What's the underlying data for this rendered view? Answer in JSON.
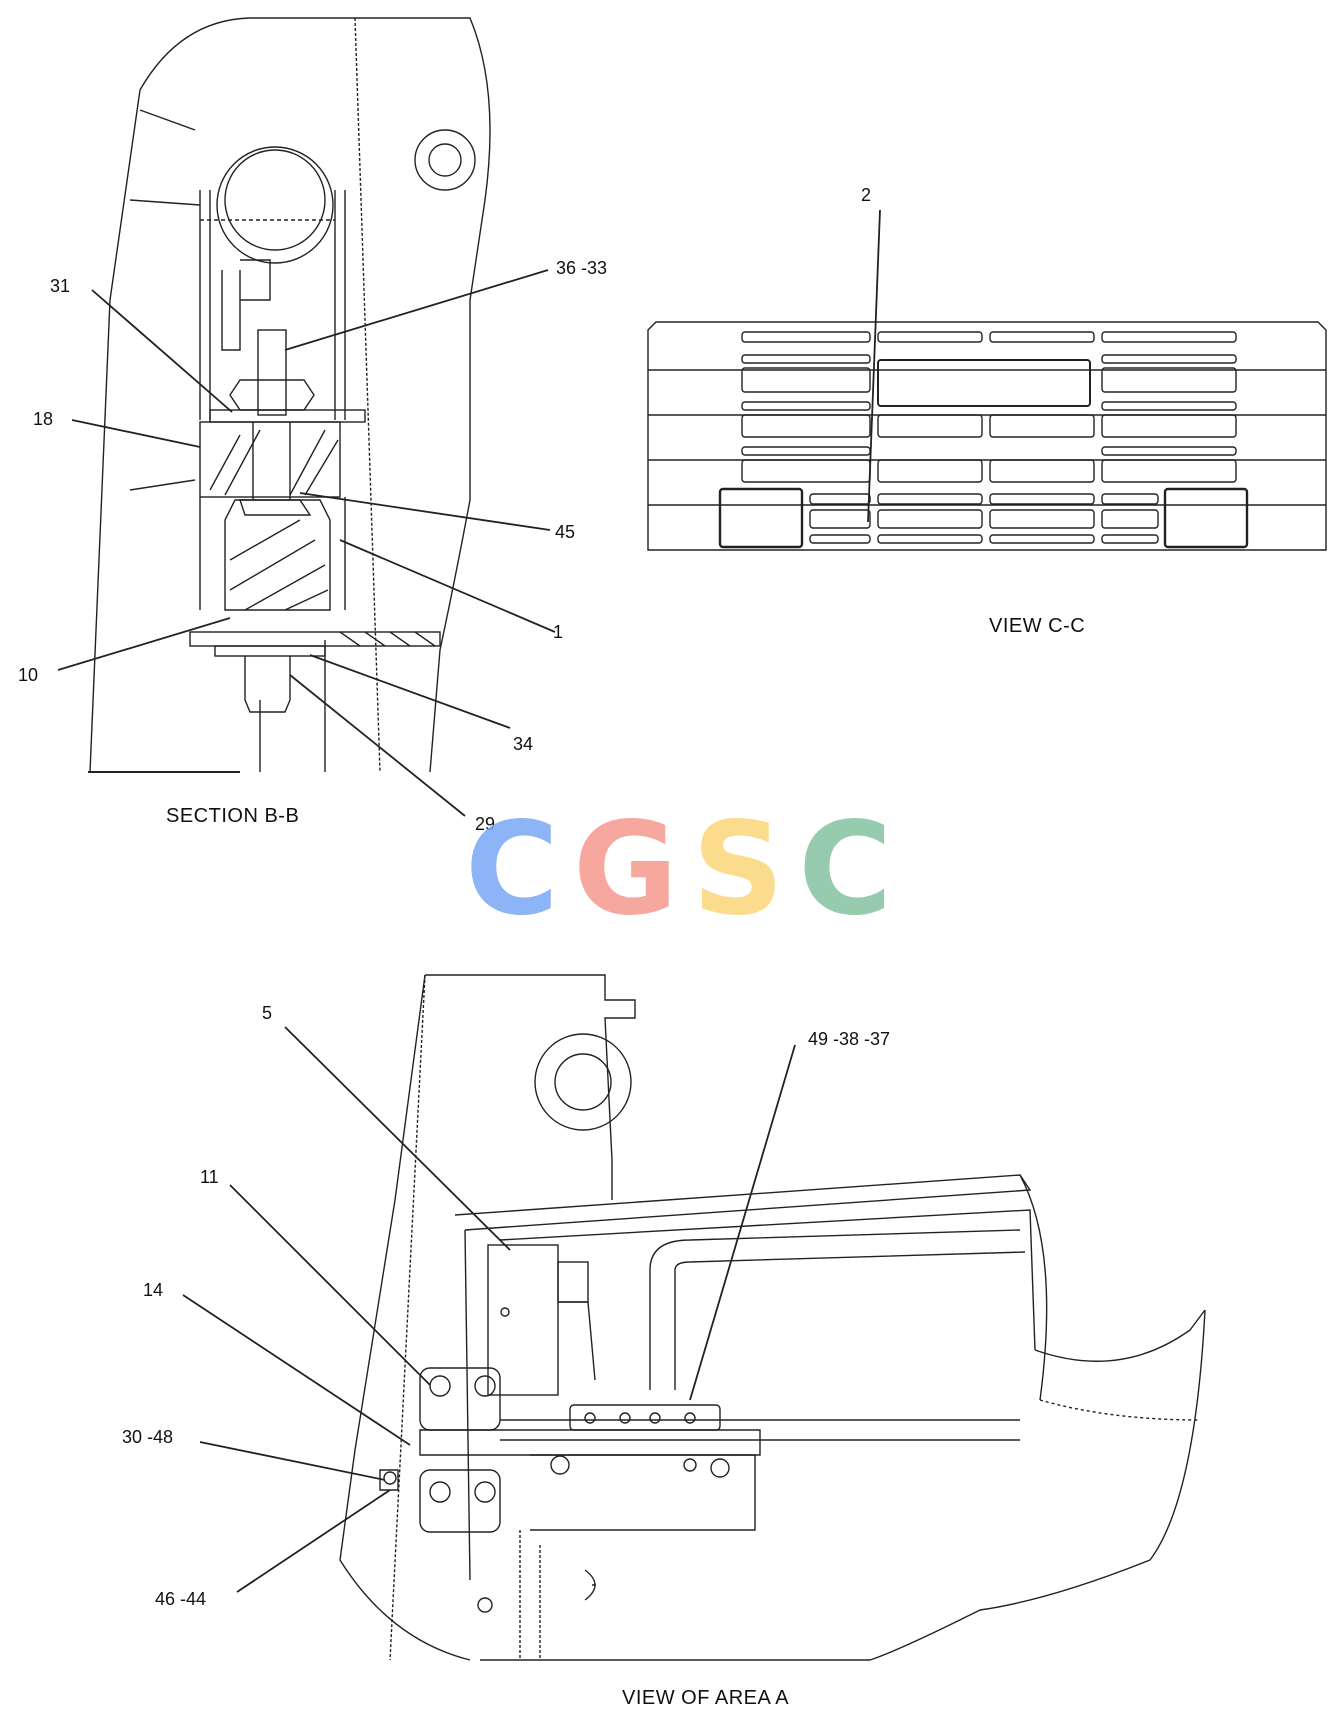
{
  "section_bb": {
    "title": "SECTION B-B",
    "callouts": [
      "31",
      "36 -33",
      "18",
      "45",
      "1",
      "10",
      "34",
      "29"
    ]
  },
  "view_cc": {
    "title": "VIEW C-C",
    "callouts": [
      "2"
    ]
  },
  "view_area_a": {
    "title": "VIEW OF AREA A",
    "callouts": [
      "5",
      "49 -38 -37",
      "11",
      "14",
      "30 -48",
      "46 -44"
    ]
  },
  "watermark": {
    "letters": [
      "C",
      "G",
      "S",
      "C"
    ],
    "colors": [
      "#7aa7f5",
      "#f59a8f",
      "#fbd77a",
      "#86c2a0"
    ]
  }
}
